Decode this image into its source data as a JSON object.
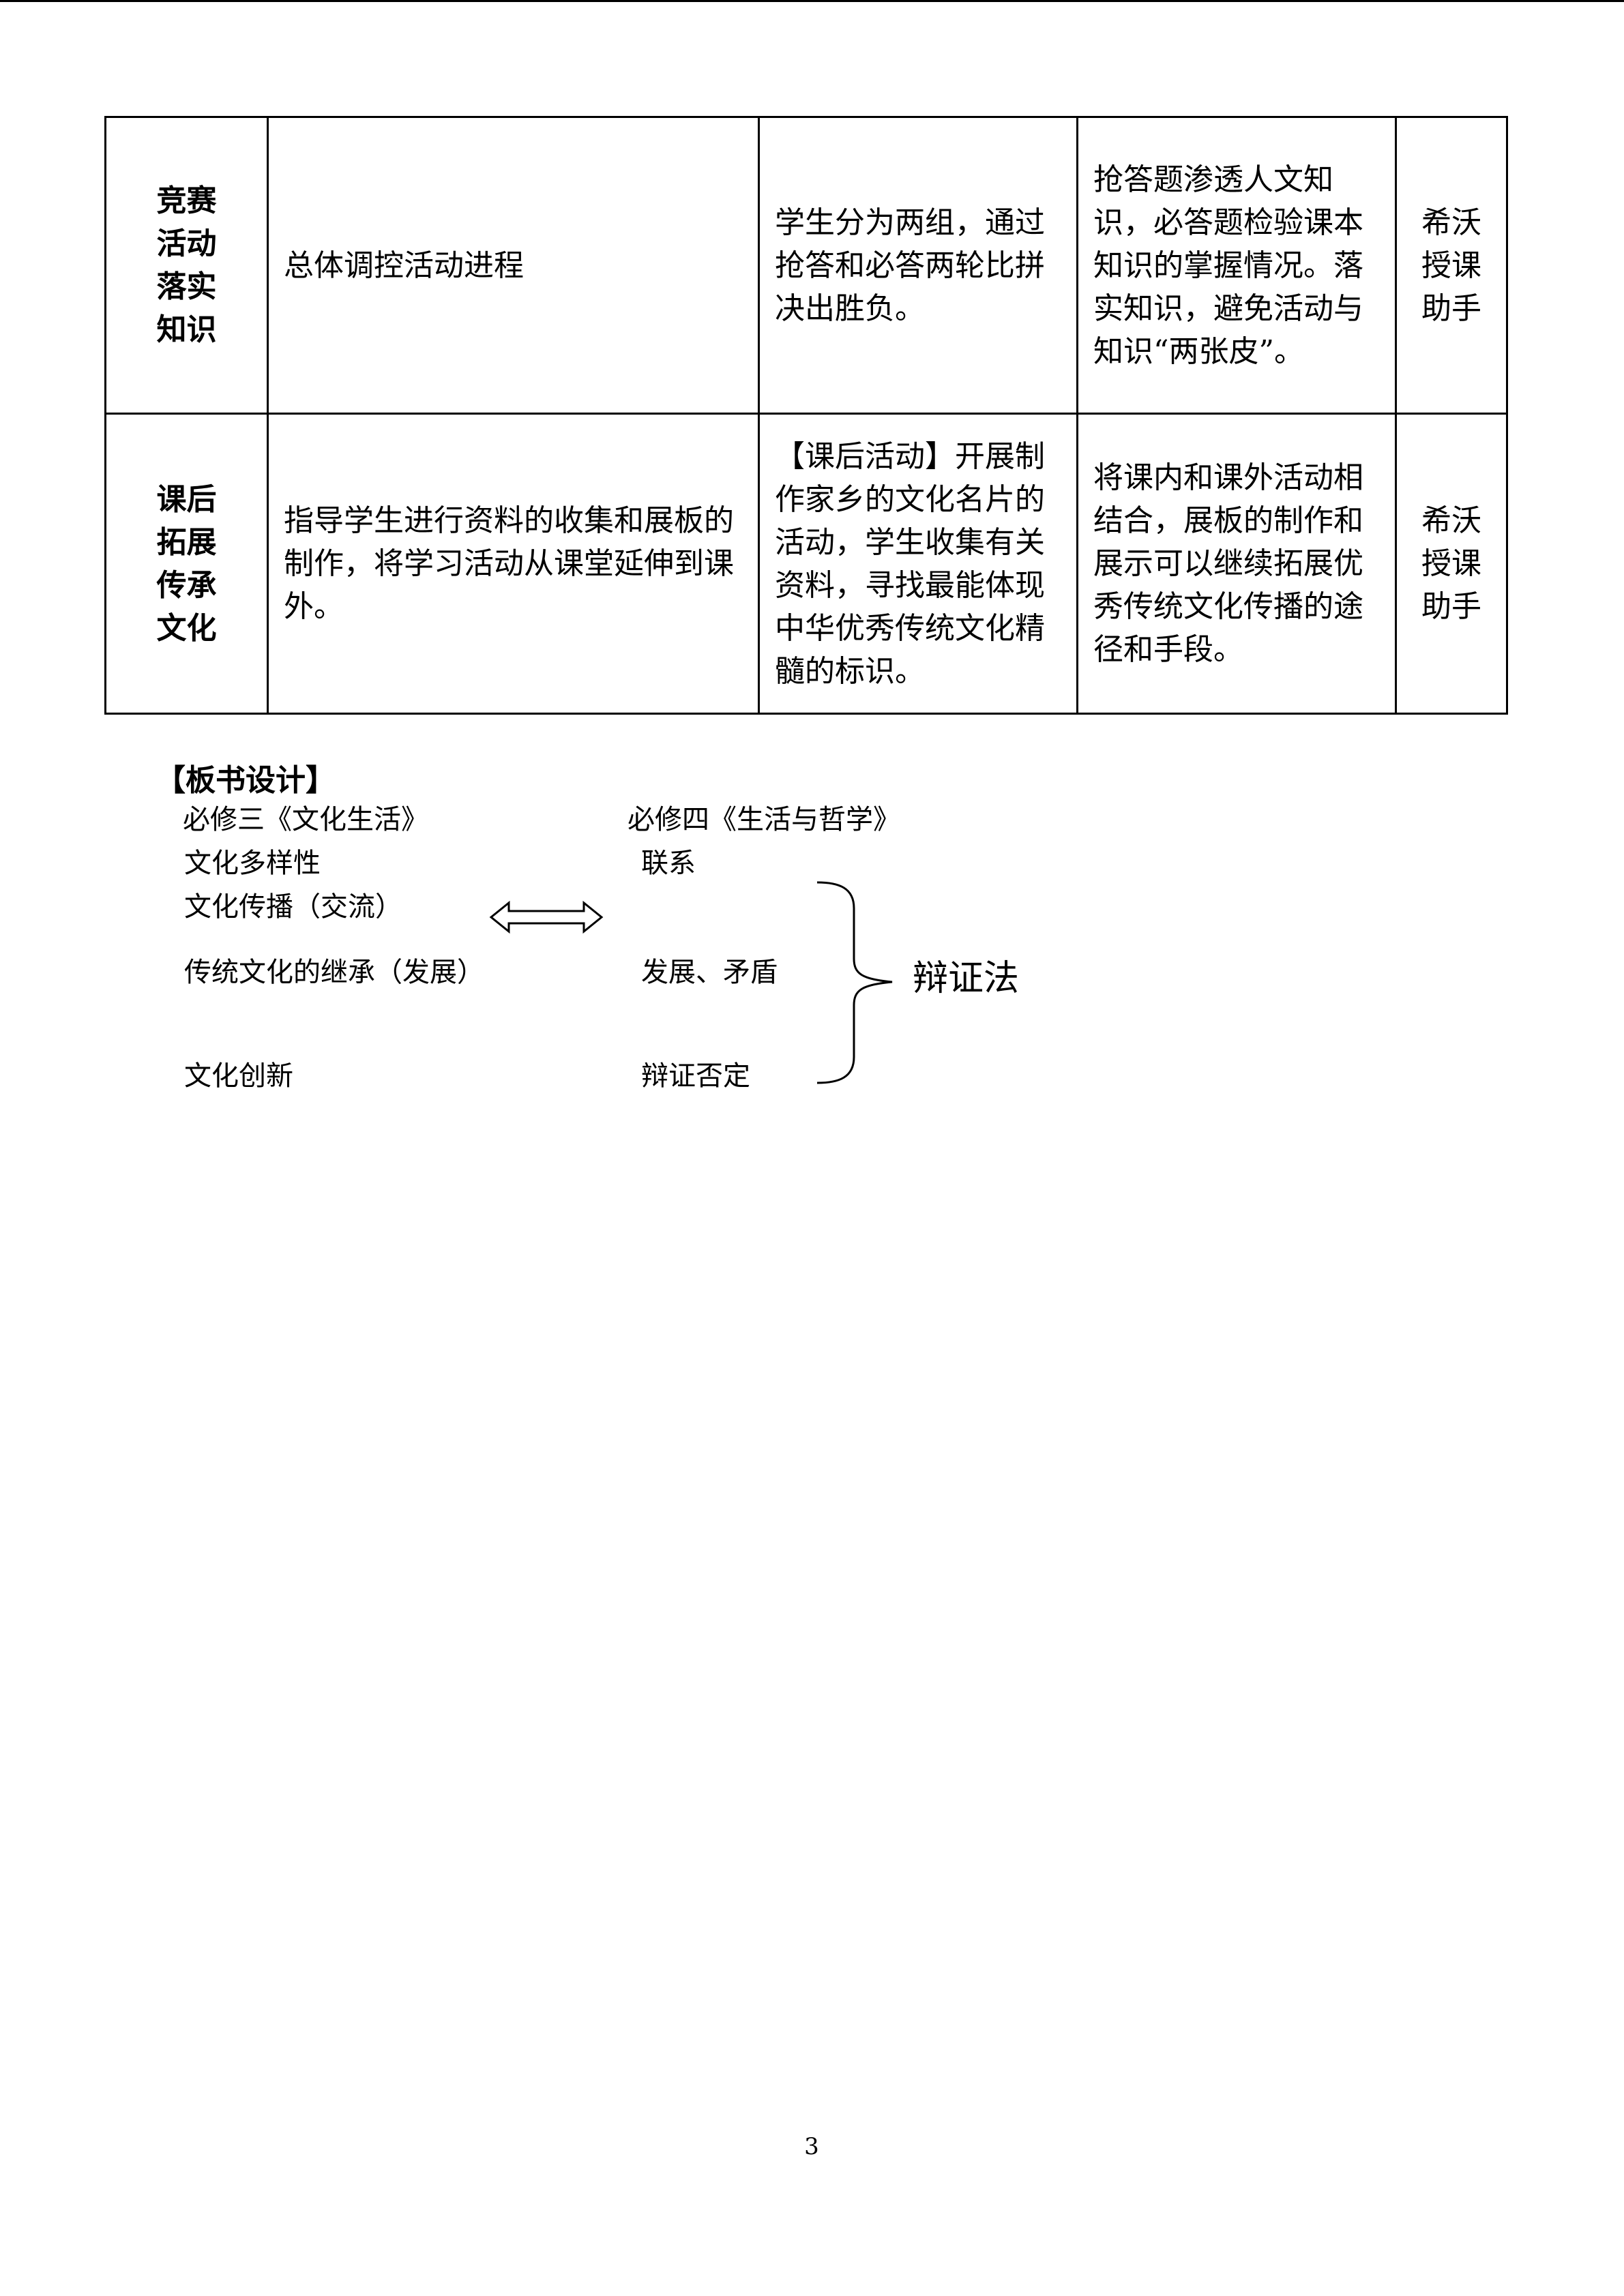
{
  "table": {
    "rows": [
      {
        "stage": [
          "竞赛",
          "活动",
          "落实",
          "知识"
        ],
        "teacher": "总体调控活动进程",
        "student": "学生分为两组，通过抢答和必答两轮比拼决出胜负。",
        "intent": "抢答题渗透人文知识，必答题检验课本知识的掌握情况。落实知识，避免活动与知识“两张皮”。",
        "tool": [
          "希沃",
          "授课",
          "助手"
        ]
      },
      {
        "stage": [
          "课后",
          "拓展",
          "传承",
          "文化"
        ],
        "teacher": "指导学生进行资料的收集和展板的制作，将学习活动从课堂延伸到课外。",
        "student": "【课后活动】开展制作家乡的文化名片的活动，学生收集有关资料，寻找最能体现中华优秀传统文化精髓的标识。",
        "intent": "将课内和课外活动相结合，展板的制作和展示可以继续拓展优秀传统文化传播的途径和手段。",
        "tool": [
          "希沃",
          "授课",
          "助手"
        ]
      }
    ]
  },
  "board": {
    "title": "【板书设计】",
    "left_heading": "必修三《文化生活》",
    "right_heading": "必修四《生活与哲学》",
    "left_items": [
      "文化多样性",
      "文化传播（交流）",
      "传统文化的继承（发展）",
      "文化创新"
    ],
    "right_items": [
      "联系",
      "发展、矛盾",
      "辩证否定"
    ],
    "brace_label": "辩证法"
  },
  "footer": {
    "page_number": "3"
  }
}
